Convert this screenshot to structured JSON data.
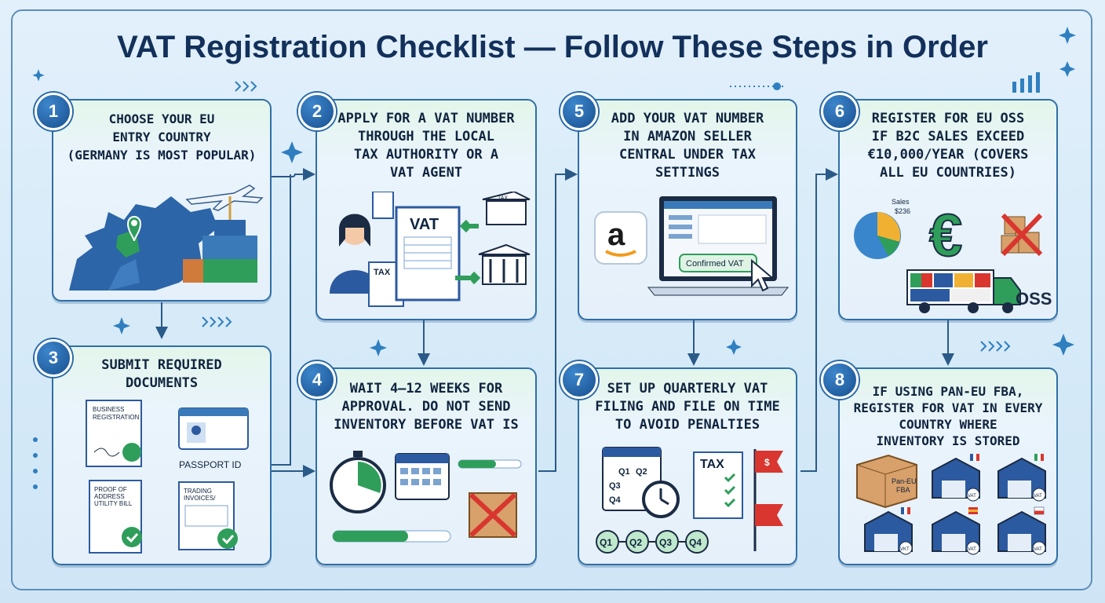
{
  "title": "VAT Registration Checklist — Follow These Steps in Order",
  "steps": {
    "s1": {
      "number": "1",
      "text": "Choose your EU\nentry country\n(Germany is most popular)"
    },
    "s2": {
      "number": "2",
      "text": "Apply for a VAT number\nthrough the local\ntax authority or a\nVAT agent"
    },
    "s3": {
      "number": "3",
      "text": "Submit required\ndocuments"
    },
    "s4": {
      "number": "4",
      "text": "Wait 4–12 weeks for\napproval. Do not send\ninventory before VAT is"
    },
    "s5": {
      "number": "5",
      "text": "Add your VAT number\nin Amazon Seller\nCentral under tax\nsettings"
    },
    "s6": {
      "number": "6",
      "text": "Register for EU OSS\nif B2C sales exceed\n€10,000/year (covers\nall EU countries)"
    },
    "s7": {
      "number": "7",
      "text": "Set up quarterly VAT\nfiling and file on time\nto avoid penalties"
    },
    "s8": {
      "number": "8",
      "text": "If using Pan-EU FBA,\nregister for VAT in every\ncountry where\ninventory is stored"
    }
  },
  "illustrations": {
    "s2": {
      "doc_label": "VAT",
      "tax_sheet": "TAX",
      "bank_label": "TAX"
    },
    "s3": {
      "business_registration": "BUSINESS\nREGISTRATION",
      "passport": "PASSPORT ID",
      "proof_address": "PROOF OF\nADDRESS\nUTILITY BILL",
      "trading_invoices": "TRADING\nINVOICES/"
    },
    "s5": {
      "amazon_letter": "a",
      "confirmed": "Confirmed VAT"
    },
    "s6": {
      "sales_label": "Sales",
      "sales_value": "$236",
      "euro": "€",
      "oss": "OSS"
    },
    "s7": {
      "calendar_quarters": [
        "Q1",
        "Q2",
        "Q3",
        "Q4"
      ],
      "tax_label": "TAX",
      "flag_symbol": "$",
      "timeline": [
        "Q1",
        "Q2",
        "Q3",
        "Q4"
      ]
    },
    "s8": {
      "box_label": "Pan-EU\nFBA",
      "warehouse_labels": [
        "VAT",
        "VAT",
        "VKT",
        "VAT",
        "VAT"
      ]
    }
  },
  "colors": {
    "accent": "#1f5f9c",
    "green": "#2f9e5a",
    "red": "#d8362f",
    "frame": "#5f8fb8"
  }
}
